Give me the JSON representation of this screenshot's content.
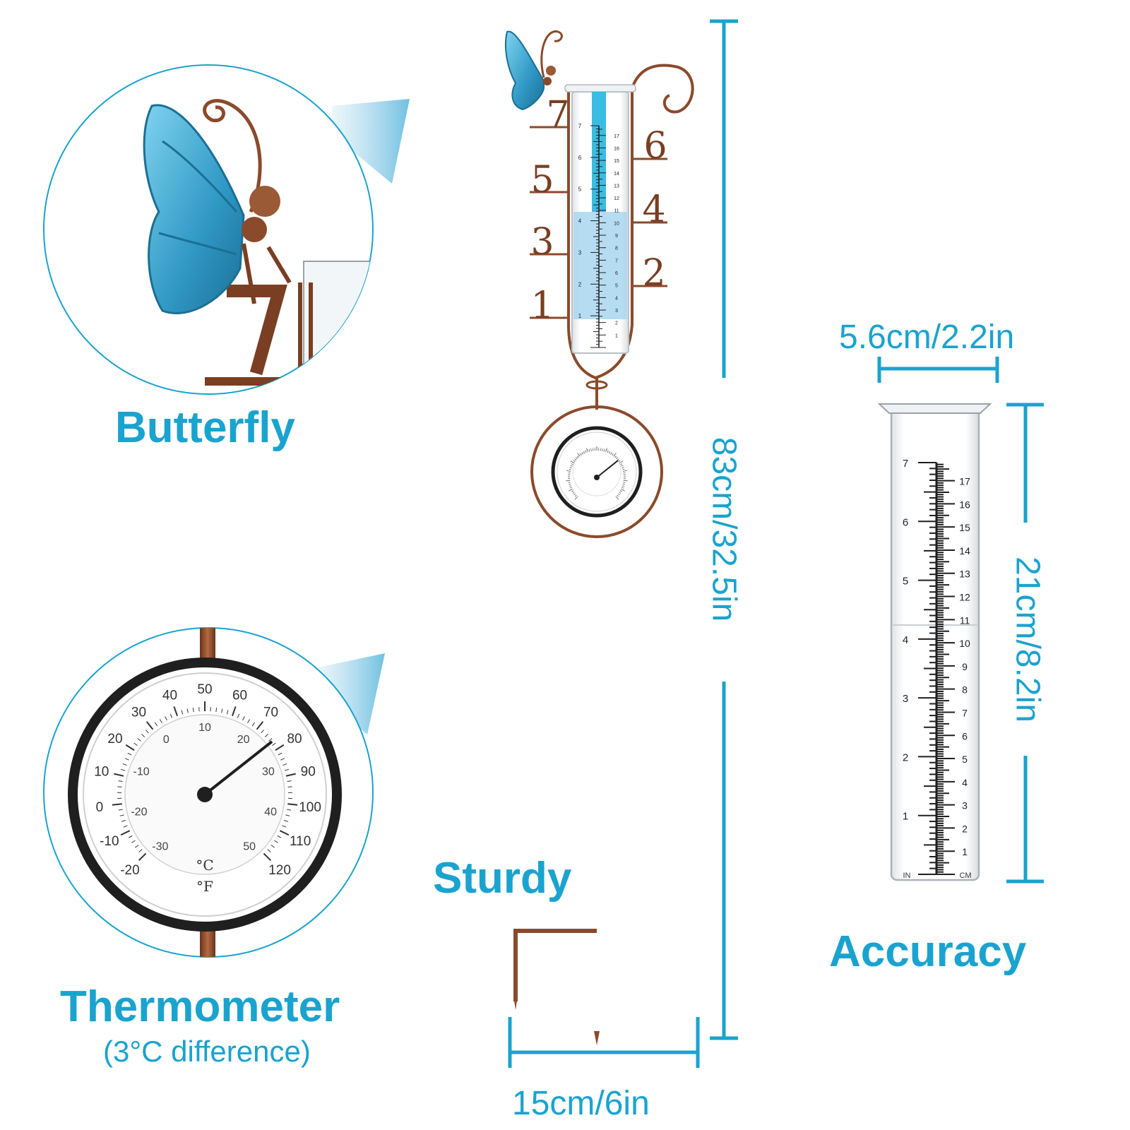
{
  "labels": {
    "butterfly": "Butterfly",
    "thermometer": "Thermometer",
    "thermometer_note": "(3°C difference)",
    "sturdy": "Sturdy",
    "accuracy": "Accuracy"
  },
  "dimensions": {
    "height": "83cm/32.5in",
    "base_width": "15cm/6in",
    "tube_width": "5.6cm/2.2in",
    "tube_height": "21cm/8.2in"
  },
  "stake_numbers": [
    "7",
    "6",
    "5",
    "4",
    "3",
    "2",
    "1"
  ],
  "gauge": {
    "inch_marks": [
      "7",
      "6",
      "5",
      "4",
      "3",
      "2",
      "1"
    ],
    "cm_marks": [
      "17",
      "16",
      "15",
      "14",
      "13",
      "12",
      "11",
      "10",
      "9",
      "8",
      "7",
      "6",
      "5",
      "4",
      "3",
      "2",
      "1"
    ],
    "unit_in": "IN",
    "unit_cm": "CM"
  },
  "thermometer_dial": {
    "fahrenheit": [
      "-20",
      "-10",
      "0",
      "10",
      "20",
      "30",
      "40",
      "50",
      "60",
      "70",
      "80",
      "90",
      "100",
      "110",
      "120"
    ],
    "celsius": [
      "-30",
      "-20",
      "-10",
      "0",
      "10",
      "20",
      "30",
      "40",
      "50"
    ],
    "unit_c": "°C",
    "unit_f": "°F"
  },
  "colors": {
    "accent": "#1aa3cf",
    "copper": "#8b4a2b",
    "butterfly": "#3aa6cf",
    "water": "#a9d6ee"
  }
}
